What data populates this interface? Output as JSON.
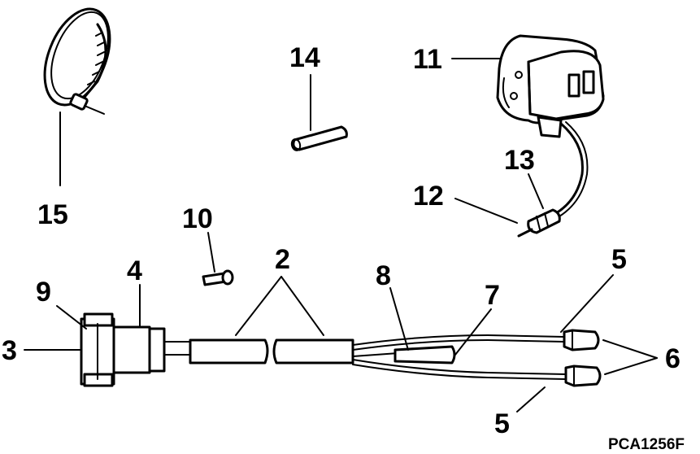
{
  "diagram_code": "PCA1256F",
  "callouts": {
    "c1": "15",
    "c2": "14",
    "c3": "11",
    "c4": "13",
    "c5": "12",
    "c6": "10",
    "c7": "2",
    "c8": "4",
    "c9": "9",
    "c10": "3",
    "c11": "8",
    "c12": "7",
    "c13": "5",
    "c14": "6",
    "c15": "5"
  }
}
